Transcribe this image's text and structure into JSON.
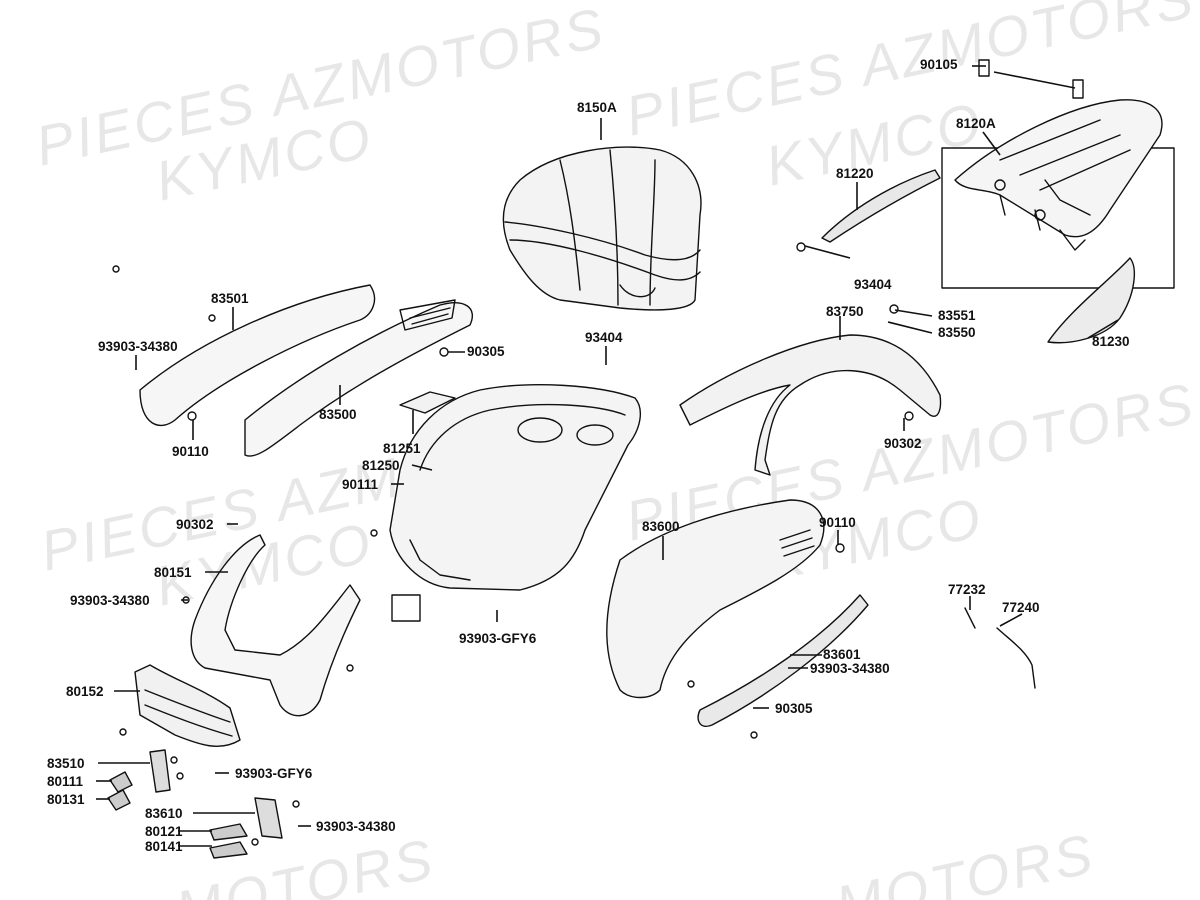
{
  "watermarks": [
    "PIECES AZMOTORS",
    "KYMCO",
    "PIECES AZMOTORS",
    "KYMCO",
    "PIECES AZMOTORS",
    "KYMCO",
    "PIECES AZMOTORS",
    "KYMCO",
    "MOTORS",
    "MOTORS"
  ],
  "labels": {
    "l90105": "90105",
    "l8150A": "8150A",
    "l8120A": "8120A",
    "l81220": "81220",
    "l93404a": "93404",
    "l83551": "83551",
    "l83550": "83550",
    "l81230": "81230",
    "l83501": "83501",
    "l93903_34380a": "93903-34380",
    "l90305a": "90305",
    "l93404b": "93404",
    "l83750": "83750",
    "l83500": "83500",
    "l90110a": "90110",
    "l81251": "81251",
    "l81250": "81250",
    "l90111": "90111",
    "l90302a": "90302",
    "l90302b": "90302",
    "l83600": "83600",
    "l90110b": "90110",
    "l80151": "80151",
    "l93903_34380b": "93903-34380",
    "l93903_GFY6a": "93903-GFY6",
    "l77232": "77232",
    "l77240": "77240",
    "l83601": "83601",
    "l93903_34380c": "93903-34380",
    "l80152": "80152",
    "l90305b": "90305",
    "l83510": "83510",
    "l93903_GFY6b": "93903-GFY6",
    "l80111": "80111",
    "l80131": "80131",
    "l83610": "83610",
    "l93903_34380d": "93903-34380",
    "l80121": "80121",
    "l80141": "80141"
  }
}
